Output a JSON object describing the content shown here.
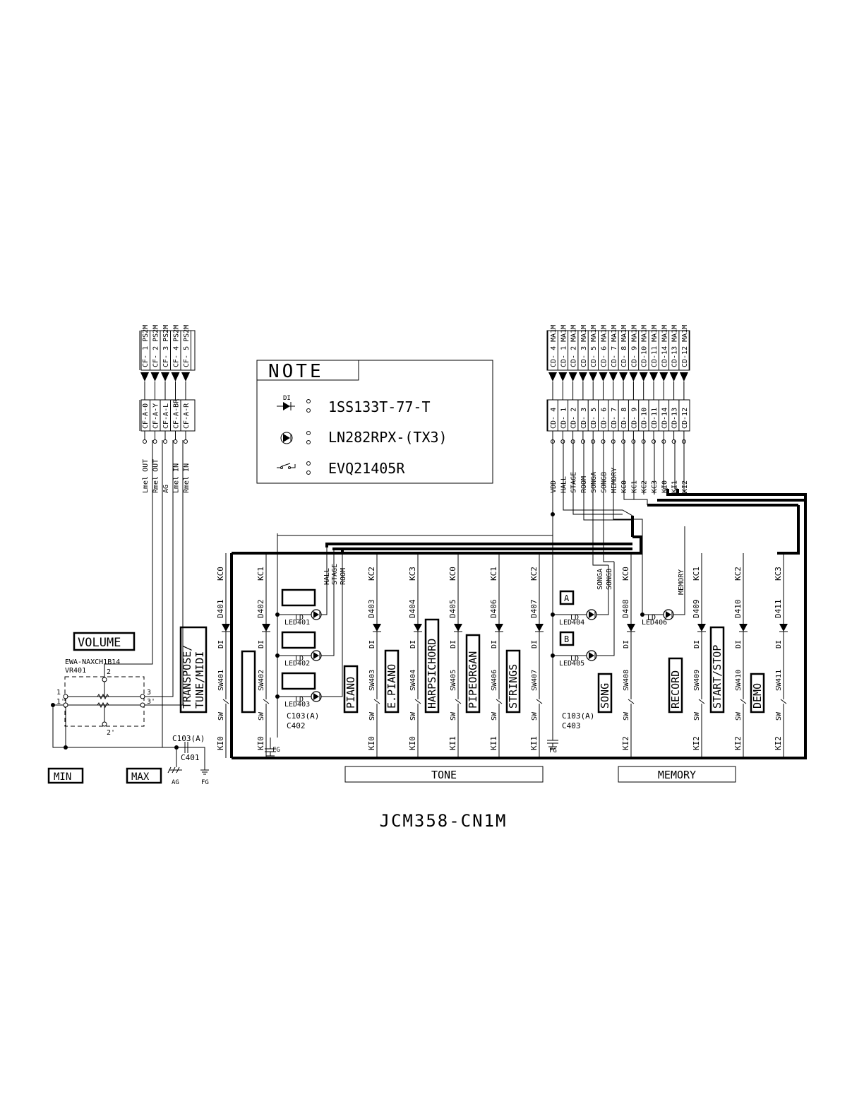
{
  "title": "JCM358-CN1M",
  "note": {
    "heading": "NOTE",
    "diode_ref": "DI",
    "diode_part": "1SS133T-77-T",
    "led_part": "LN282RPX-(TX3)",
    "switch_part": "EVQ21405R"
  },
  "left_connector": [
    {
      "plug": "CF-A-0",
      "pin": "CF- 1 PS2M",
      "signal": "Lmel OUT"
    },
    {
      "plug": "CF-A-Y",
      "pin": "CF- 2 PS2M",
      "signal": "Rmel OUT"
    },
    {
      "plug": "CF-A-L",
      "pin": "CF- 3 PS2M",
      "signal": "AG"
    },
    {
      "plug": "CF-A-BR",
      "pin": "CF- 4 PS2M",
      "signal": "Lmel IN"
    },
    {
      "plug": "CF-A-R",
      "pin": "CF- 5 PS2M",
      "signal": "Rmel IN"
    }
  ],
  "right_connector": [
    {
      "plug": "CD- 4",
      "pin": "CD- 4 MA1M",
      "signal": "VDD"
    },
    {
      "plug": "CD- 1",
      "pin": "CD- 1 MA1M",
      "signal": "HALL"
    },
    {
      "plug": "CD- 2",
      "pin": "CD- 2 MA1M",
      "signal": "STAGE"
    },
    {
      "plug": "CD- 3",
      "pin": "CD- 3 MA1M",
      "signal": "ROOM"
    },
    {
      "plug": "CD- 5",
      "pin": "CD- 5 MA1M",
      "signal": "SONGA"
    },
    {
      "plug": "CD- 6",
      "pin": "CD- 6 MA1M",
      "signal": "SONGB"
    },
    {
      "plug": "CD- 7",
      "pin": "CD- 7 MA1M",
      "signal": "MEMORY"
    },
    {
      "plug": "CD- 8",
      "pin": "CD- 8 MA1M",
      "signal": "KC0"
    },
    {
      "plug": "CD- 9",
      "pin": "CD- 9 MA1M",
      "signal": "KC1"
    },
    {
      "plug": "CD-10",
      "pin": "CD-10 MA1M",
      "signal": "KC2"
    },
    {
      "plug": "CD-11",
      "pin": "CD-11 MA1M",
      "signal": "KC3"
    },
    {
      "plug": "CD-14",
      "pin": "CD-14 MA1M",
      "signal": "KI0"
    },
    {
      "plug": "CD-13",
      "pin": "CD-13 MA1M",
      "signal": "KI1"
    },
    {
      "plug": "CD-12",
      "pin": "CD-12 MA1M",
      "signal": "KI2"
    }
  ],
  "switch_columns": [
    {
      "kc": "KC0",
      "diode": "D401",
      "sw": "SW401",
      "ki": "KI0",
      "di": "DI",
      "swl": "SW",
      "label": "TRANSPOSE/ TUNE/MIDI"
    },
    {
      "kc": "KC1",
      "diode": "D402",
      "sw": "SW402",
      "ki": "KI0",
      "di": "DI",
      "swl": "SW",
      "label": ""
    },
    {
      "kc": "KC2",
      "diode": "D403",
      "sw": "SW403",
      "ki": "KI0",
      "di": "DI",
      "swl": "SW",
      "label": "PIANO"
    },
    {
      "kc": "KC3",
      "diode": "D404",
      "sw": "SW404",
      "ki": "KI0",
      "di": "DI",
      "swl": "SW",
      "label": "E.PIANO"
    },
    {
      "kc": "KC0",
      "diode": "D405",
      "sw": "SW405",
      "ki": "KI1",
      "di": "DI",
      "swl": "SW",
      "label": "HARPSICHORD"
    },
    {
      "kc": "KC1",
      "diode": "D406",
      "sw": "SW406",
      "ki": "KI1",
      "di": "DI",
      "swl": "SW",
      "label": "PIPEORGAN"
    },
    {
      "kc": "KC2",
      "diode": "D407",
      "sw": "SW407",
      "ki": "KI1",
      "di": "DI",
      "swl": "SW",
      "label": "STRINGS"
    },
    {
      "kc": "KC0",
      "diode": "D408",
      "sw": "SW408",
      "ki": "KI2",
      "di": "DI",
      "swl": "SW",
      "label": "SONG"
    },
    {
      "kc": "KC1",
      "diode": "D409",
      "sw": "SW409",
      "ki": "KI2",
      "di": "DI",
      "swl": "SW",
      "label": "RECORD"
    },
    {
      "kc": "KC2",
      "diode": "D410",
      "sw": "SW410",
      "ki": "KI2",
      "di": "DI",
      "swl": "SW",
      "label": "START/STOP"
    },
    {
      "kc": "KC3",
      "diode": "D411",
      "sw": "SW411",
      "ki": "KI2",
      "di": "DI",
      "swl": "SW",
      "label": "DEMO"
    }
  ],
  "leds": [
    {
      "ref": "LED401",
      "ld": "LD",
      "box": ""
    },
    {
      "ref": "LED402",
      "ld": "LD",
      "box": ""
    },
    {
      "ref": "LED403",
      "ld": "LD",
      "box": ""
    },
    {
      "ref": "LED404",
      "ld": "LD",
      "box": "A"
    },
    {
      "ref": "LED405",
      "ld": "LD",
      "box": "B"
    },
    {
      "ref": "LED406",
      "ld": "LD",
      "box": ""
    }
  ],
  "led_signal_labels": {
    "hall": "HALL",
    "stage": "STAGE",
    "room": "ROOM",
    "songa": "SONGA",
    "songb": "SONGB",
    "memory": "MEMORY"
  },
  "capacitors": [
    {
      "value": "C103(A)",
      "ref": "C402",
      "gnd": "FG"
    },
    {
      "value": "C103(A)",
      "ref": "C403",
      "gnd": "FG"
    },
    {
      "value": "C103(A)",
      "ref": "C401",
      "gnd": "FG"
    }
  ],
  "volume": {
    "label": "VOLUME",
    "part": "EWA-NAXCH1B14",
    "ref": "VR401",
    "pins": [
      "1",
      "1'",
      "2",
      "2'",
      "3",
      "3'"
    ],
    "min": "MIN",
    "max": "MAX",
    "ag": "AG"
  },
  "groups": {
    "tone": "TONE",
    "memory": "MEMORY"
  }
}
